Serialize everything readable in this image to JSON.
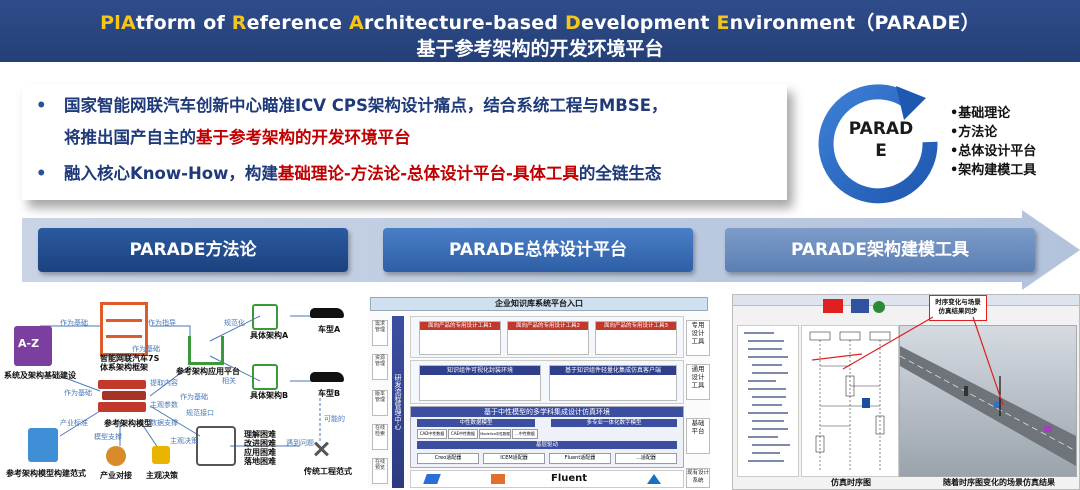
{
  "header": {
    "title_parts": [
      "Pl",
      "A",
      "tform of ",
      "R",
      "eference ",
      "A",
      "rchitecture-based ",
      "D",
      "evelopment ",
      "E",
      "nvironment（PARADE）"
    ],
    "subtitle": "基于参考架构的开发环境平台"
  },
  "bullets": {
    "dot": "•",
    "line1": "国家智能网联汽车创新中心瞄准ICV  CPS架构设计痛点，结合系统工程与MBSE，",
    "line2_a": "将推出国产自主的",
    "line2_b": "基于参考架构的开发环境平台",
    "line3_a": "融入核心Know-How，构建",
    "line3_b": "基础理论-方法论-总体设计平台-具体工具",
    "line3_c": "的全链生态"
  },
  "ring": {
    "label_a": "PARAD",
    "label_b": "E",
    "items": [
      "•基础理论",
      "•方法论",
      "•总体设计平台",
      "•架构建模工具"
    ]
  },
  "phases": [
    "PARADE方法论",
    "PARADE总体设计平台",
    "PARADE架构建模工具"
  ],
  "colors": {
    "banner": "#2f4d8a",
    "accent_yellow": "#f5c518",
    "text_blue": "#1f3a7a",
    "red": "#c00000"
  },
  "panel1": {
    "az": "A-Z",
    "labels": {
      "sys_arch": "系统及架构基础建设",
      "fw": "智能网联汽车7S\n体系架构框架",
      "ref_model": "参考架构模型",
      "app_platform": "参考架构应用平台",
      "arch_a": "具体架构A",
      "arch_b": "具体架构B",
      "car_a": "车型A",
      "car_b": "车型B",
      "build_norm": "参考架构模型构建范式",
      "industry": "产业对接",
      "decision": "主观决策",
      "pains": "理解困难\n改进困难\n应用困难\n落地困难",
      "trad": "传统工程范式"
    },
    "edges": [
      "作为基础",
      "作为指导",
      "作为基础",
      "规范化",
      "相关",
      "作为基础",
      "提取内容",
      "产业标准",
      "主观参数",
      "模型支撑",
      "数据支撑",
      "规范接口",
      "作为基础",
      "主观决策",
      "遇到问题",
      "可能的"
    ]
  },
  "panel2": {
    "header": "企业知识库系统平台入口",
    "left_cells": [
      "需求\n管理",
      "资源\n管理",
      "版本\n管理",
      "在线\n检索",
      "在线\n预览"
    ],
    "vbar": "研发流程管理中心",
    "right_cells": [
      "专用\n设计\n工具",
      "通用\n设计\n工具",
      "基础\n平台",
      "现有设计\n系统"
    ],
    "tool_titles": [
      "面向产品的专用设计工具1",
      "面向产品的专用设计工具2",
      "面向产品的专用设计工具3"
    ],
    "mid_left": "知识组件可视化封装环境",
    "mid_right": "基于知识组件轻量化集成仿真客户端",
    "big_title": "基于中性模型的多学科集成设计仿真环境",
    "neutral": "中性数据模型",
    "multi": "多专业一体化数字模型",
    "chips1": [
      "CAD中性数据",
      "CAE中性数据",
      "Modelica中性数据",
      "...中性数据"
    ],
    "base": "基层驱动",
    "chips2": [
      "Creo适配器",
      "ICEM适配器",
      "Fluent适配器",
      "...适配器"
    ],
    "logos": [
      "Fluent"
    ]
  },
  "panel3": {
    "callout": "时序变化与场景\n仿真结果同步",
    "cap_left": "仿真时序图",
    "cap_right": "随着时序图变化的场景仿真结果"
  }
}
